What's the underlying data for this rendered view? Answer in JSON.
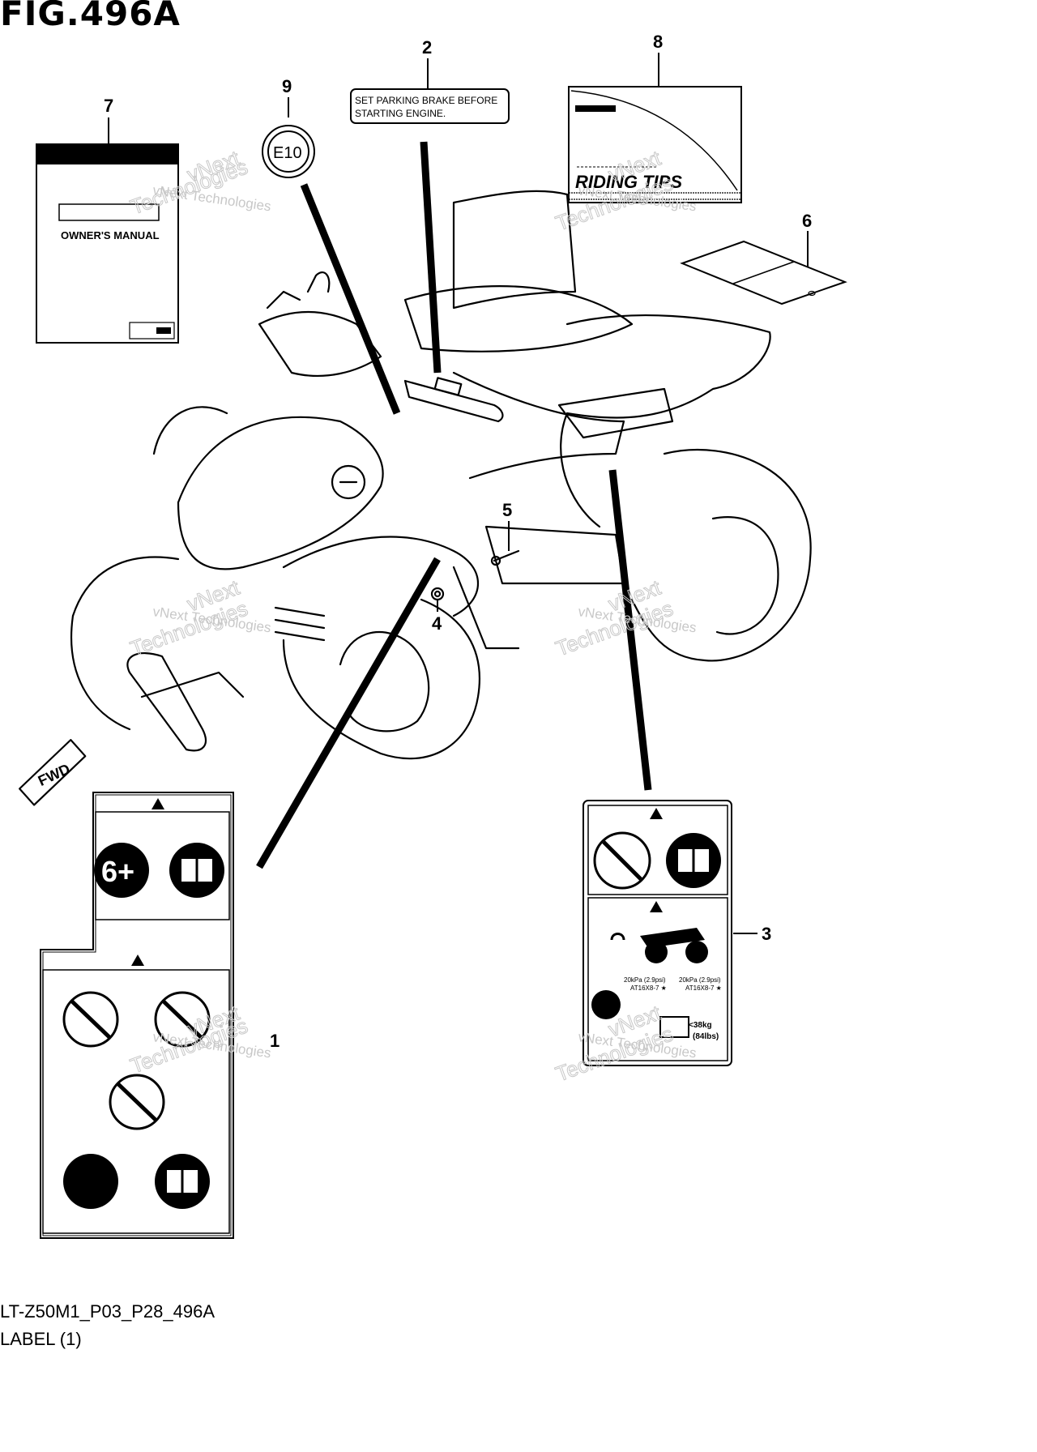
{
  "figure": {
    "title": "FIG.496A",
    "code": "LT-Z50M1_P03_P28_496A",
    "subtitle": "LABEL (1)"
  },
  "callouts": [
    {
      "num": "1"
    },
    {
      "num": "2"
    },
    {
      "num": "3"
    },
    {
      "num": "4"
    },
    {
      "num": "5"
    },
    {
      "num": "6"
    },
    {
      "num": "7"
    },
    {
      "num": "8"
    },
    {
      "num": "9"
    }
  ],
  "labels": {
    "parking": {
      "line1": "SET PARKING BRAKE BEFORE",
      "line2": "STARTING ENGINE."
    },
    "manual": {
      "title": "OWNER'S MANUAL"
    },
    "tips": {
      "title": "RIDING TIPS"
    },
    "emission": {
      "text": "E10"
    },
    "age": {
      "text": "6+"
    },
    "tire": {
      "left": "20kPa (2.9psi)",
      "left2": "AT16X8-7 ★",
      "right": "20kPa (2.9psi)",
      "right2": "AT16X8-7 ★",
      "load": "<38kg",
      "load2": "(84lbs)"
    },
    "fwd": "FWD"
  },
  "watermark": {
    "line1": "vNext Technologies",
    "line2": "vNext",
    "line3": "Technologies"
  },
  "colors": {
    "ink": "#000000",
    "paper": "#ffffff",
    "watermark": "#c8c8c8"
  }
}
